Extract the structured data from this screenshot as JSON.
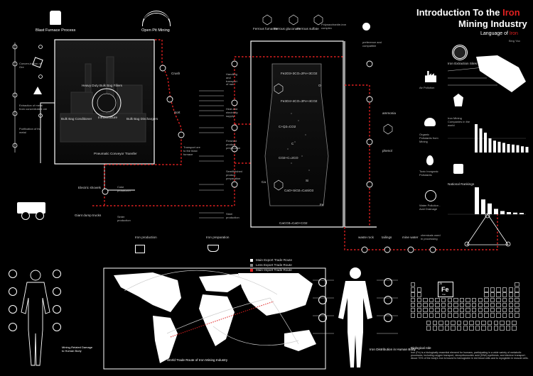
{
  "title": {
    "part1": "Introduction To the ",
    "highlight1": "Iron",
    "line2": "Mining Industry",
    "subtitle_pre": "Language of ",
    "subtitle_highlight": "Iron",
    "author": "Bing Yao"
  },
  "colors": {
    "accent": "#e02020",
    "background": "#000000",
    "foreground": "#ffffff"
  },
  "top": {
    "blast_furnace": "Blast Furnace Process",
    "open_pit": "Open Pit Mining",
    "ferrous": [
      "Ferrous fumarate",
      "Ferrous gluconate",
      "Ferrous sulfate"
    ],
    "polysaccharide": "Polysaccharide-iron complex",
    "preference": "preference and compatible",
    "iron_extraction_sites": "Iron Extraction Sites",
    "iron_mining_companies": "Iron Mining Companies in the world",
    "national_rankings": "National Rankings"
  },
  "left_labels": {
    "concentration": "Concen-tration of Ore",
    "extraction": "Extraction of metal from concentrated ore",
    "purification": "Purification of the metal"
  },
  "center_labels": {
    "infrastructure": "Infrastructure",
    "crush": "Crush",
    "sort": "Sort",
    "transport_furnace": "Transport ore to the blast furnace",
    "electric_shovels": "Electric shovels",
    "giant_dump_trucks": "Giant dump trucks",
    "coke_production": "Coke production",
    "sinter_production": "Sinter production",
    "iron_production": "Iron production",
    "iron_preparation": "Iron preparation",
    "heavy_duty": "Heavy Duty Bulk Bag Fillers",
    "bulk_conditioner": "Bulk Bag Conditioner",
    "bulk_dischargers": "Bulk Bag Dischargers",
    "transfer": "Pneumatic Conveyor Transfer"
  },
  "flow_labels": {
    "handling": "Handling and transport of raw",
    "heat": "Heat and electricity supply",
    "finished": "Finished product preparation",
    "semifinished": "Semifinished product preparation",
    "steel": "Steel production"
  },
  "reactions": [
    "Fe2O3+3CO=2Fe+3CO2",
    "Fe3O4+4CO=3Fe+4CO2",
    "C+O2=CO2",
    "CO2+C=2CO",
    "CaO+SiO2=CaSiO3",
    "CaCO3=CaO+CO2"
  ],
  "elements": [
    "Ca",
    "Si",
    "C",
    "O",
    "Fe"
  ],
  "right_column": {
    "air_pollution": "Air Pollution",
    "organic": "Organic Pollutants from Mining",
    "toxic": "Toxic Inorganic Pollutants",
    "water": "Water Pollution - Acid Drainage",
    "ammonia": "ammonia",
    "phenol": "phenol"
  },
  "bottom_flow": {
    "waste_rock": "waste rock",
    "tailings": "tailings",
    "mine_water": "mine water",
    "chemicals": "chemicals used in processing"
  },
  "map": {
    "legend": [
      "Main Export Trade Route",
      "Less Export Trade Route",
      "Main Import Trade Route"
    ],
    "caption": "World Trade Route of Iron Mining Industry"
  },
  "body_left": {
    "caption": "Mining-Related Damage to Human Body"
  },
  "body_right": {
    "caption": "Iron Distribution in Human Body"
  },
  "biological": {
    "heading": "Biological role",
    "text": "Iron (Fe) is a biologically essential element for humans, participating in a wide variety of metabolic processes, including oxygen transport, deoxyribonucleic acid (DNA) synthesis, and electron transport. About 70% of the body's iron is bound to hemoglobin in red blood cells and to myoglobin in muscle cells.",
    "symbol": "Fe",
    "number": "26",
    "name": "Iron"
  },
  "bars": {
    "companies": [
      1.0,
      0.85,
      0.7,
      0.5,
      0.42,
      0.38,
      0.34,
      0.3,
      0.28,
      0.26,
      0.22,
      0.2
    ],
    "rankings": [
      1.0,
      0.55,
      0.4,
      0.2,
      0.12,
      0.08,
      0.06,
      0.05
    ]
  }
}
